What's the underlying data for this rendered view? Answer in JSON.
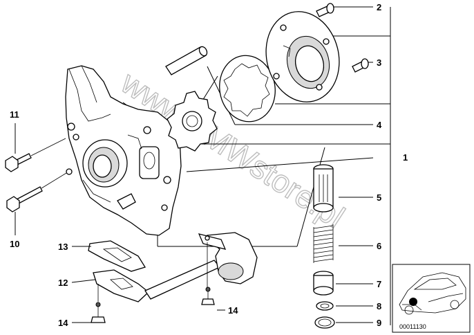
{
  "callouts": {
    "c1": "1",
    "c2": "2",
    "c3": "3",
    "c4": "4",
    "c5": "5",
    "c6": "6",
    "c7": "7",
    "c8": "8",
    "c9": "9",
    "c10": "10",
    "c11": "11",
    "c12": "12",
    "c13": "13",
    "c14a": "14",
    "c14b": "14"
  },
  "watermark": "www.BMWstore.pl",
  "inset": {
    "reference_number": "00011130"
  }
}
